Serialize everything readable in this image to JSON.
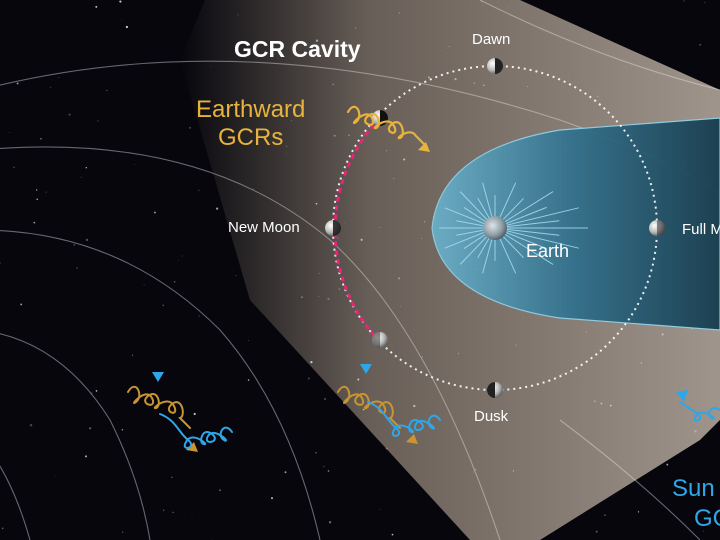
{
  "title": "GCR Cavity",
  "earthward_gcrs": {
    "line1": "Earthward",
    "line2": "GCRs"
  },
  "moon_positions": {
    "dawn": "Dawn",
    "new_moon": "New Moon",
    "full_moon": "Full M",
    "dusk": "Dusk"
  },
  "earth_label": "Earth",
  "solar_gcrs": {
    "line1": "Sun",
    "line2": "GC"
  },
  "colors": {
    "background": "#06060c",
    "cavity_beam": "#f3dcc2",
    "magnetotail": "#3f8fb0",
    "orbit": "#ffffff",
    "cavity_arc": "#e8237a",
    "earthward_gcr": "#e8b33c",
    "solar_gcr": "#2fa6e8"
  },
  "icons": [
    "moon-icon",
    "earth-icon",
    "gcr-spiral-icon",
    "gcr-arrow-icon"
  ]
}
